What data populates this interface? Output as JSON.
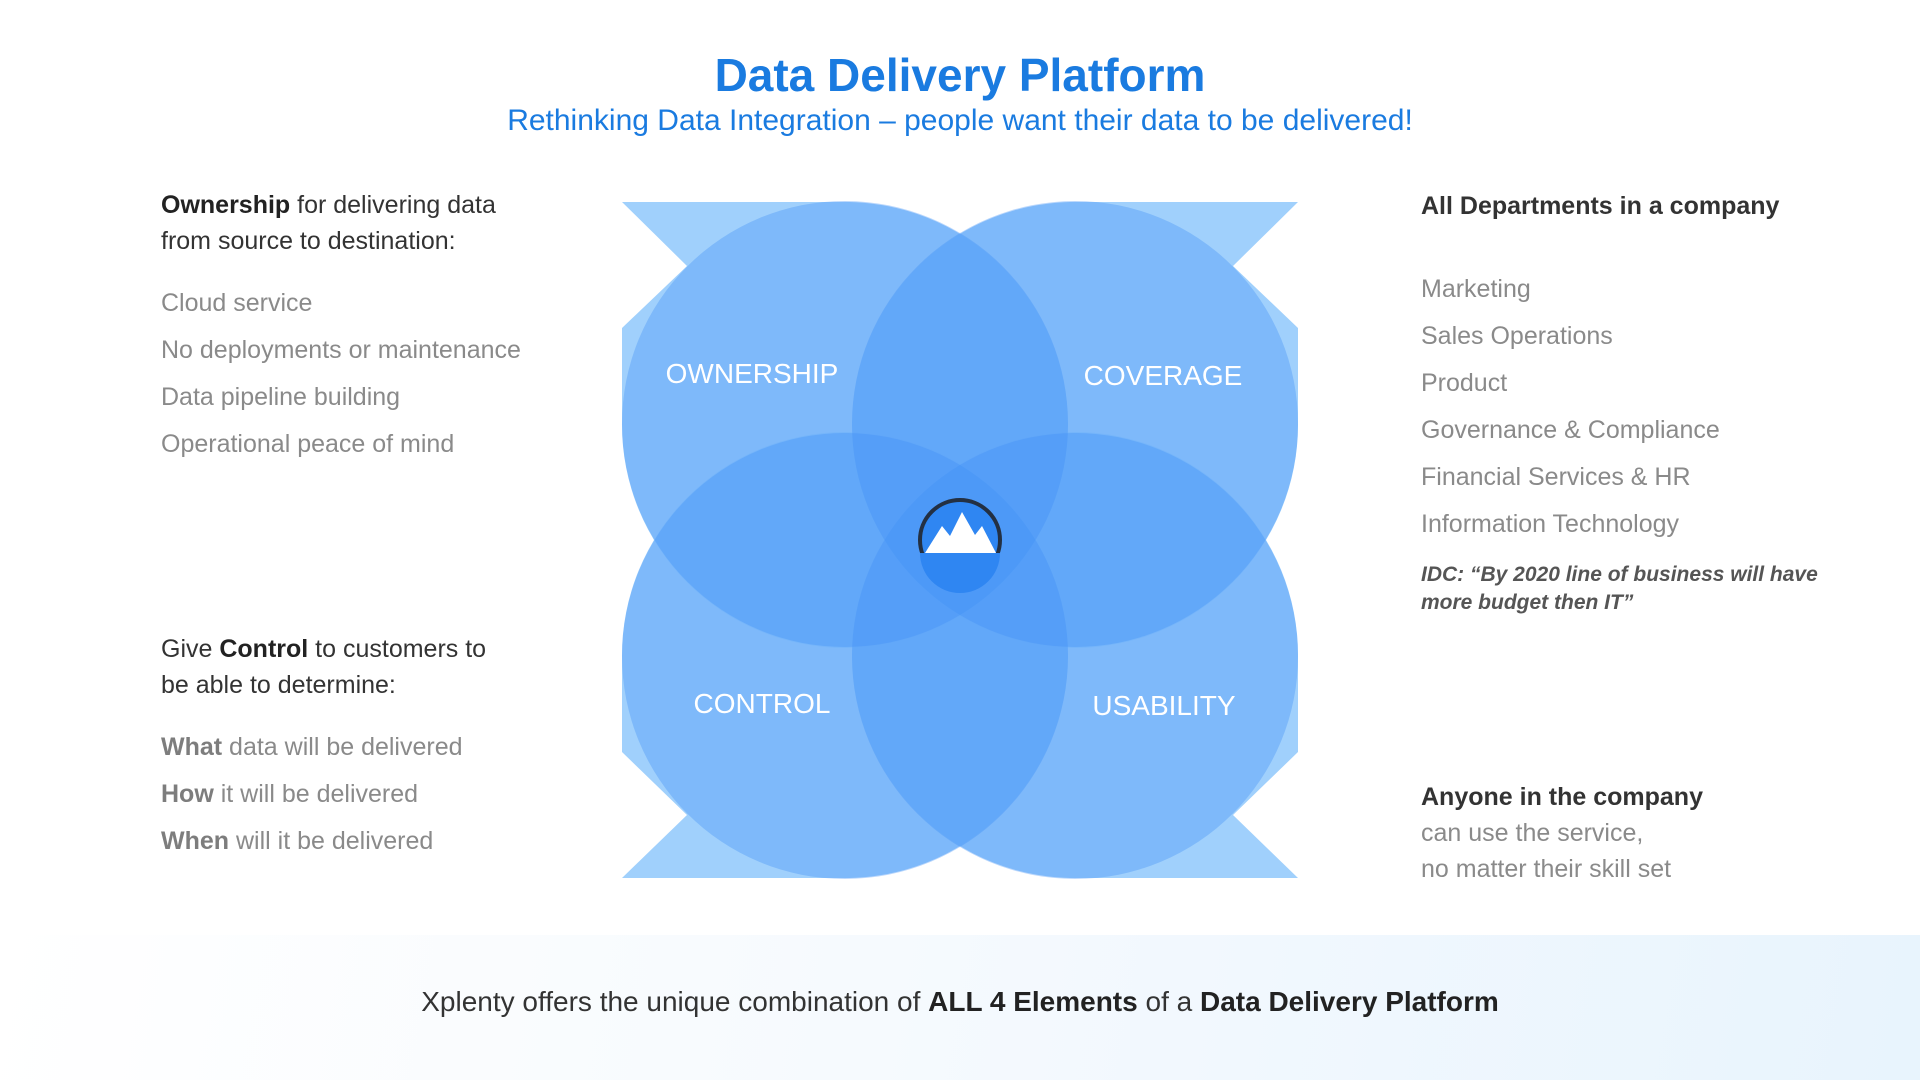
{
  "header": {
    "title": "Data Delivery Platform",
    "subtitle": "Rethinking Data Integration – people want their data to be delivered!"
  },
  "ownership": {
    "lead_bold": "Ownership",
    "lead_rest_1": " for delivering data",
    "lead_line_2": "from source to destination:",
    "items": [
      "Cloud service",
      "No deployments or maintenance",
      "Data pipeline building",
      "Operational peace of mind"
    ]
  },
  "control": {
    "lead_pre": "Give ",
    "lead_bold": "Control",
    "lead_rest_1": " to customers to",
    "lead_line_2": "be able to determine:",
    "items": [
      {
        "bold": "What",
        "rest": " data will be delivered"
      },
      {
        "bold": "How",
        "rest": " it will be delivered"
      },
      {
        "bold": "When",
        "rest": " will it be delivered"
      }
    ]
  },
  "departments": {
    "heading": "All Departments in a company",
    "items": [
      "Marketing",
      "Sales Operations",
      "Product",
      "Governance & Compliance",
      "Financial Services & HR",
      "Information Technology"
    ],
    "quote_line_1": "IDC: “By 2020 line of business will have",
    "quote_line_2": "more budget then IT”"
  },
  "anyone": {
    "heading": "Anyone in the company",
    "line_1": "can use the service,",
    "line_2": "no matter their skill set"
  },
  "diagram": {
    "labels": {
      "ownership": "OWNERSHIP",
      "coverage": "COVERAGE",
      "control": "CONTROL",
      "usability": "USABILITY"
    },
    "center_icon": "mountain-logo-icon",
    "colors": {
      "petal": "#8fc8fb",
      "overlap": "#2f86f2",
      "logo_ring": "#233043"
    }
  },
  "footer": {
    "pre": "Xplenty offers the unique combination of ",
    "bold_1": "ALL 4 Elements",
    "mid": " of a ",
    "bold_2": "Data Delivery Platform"
  }
}
